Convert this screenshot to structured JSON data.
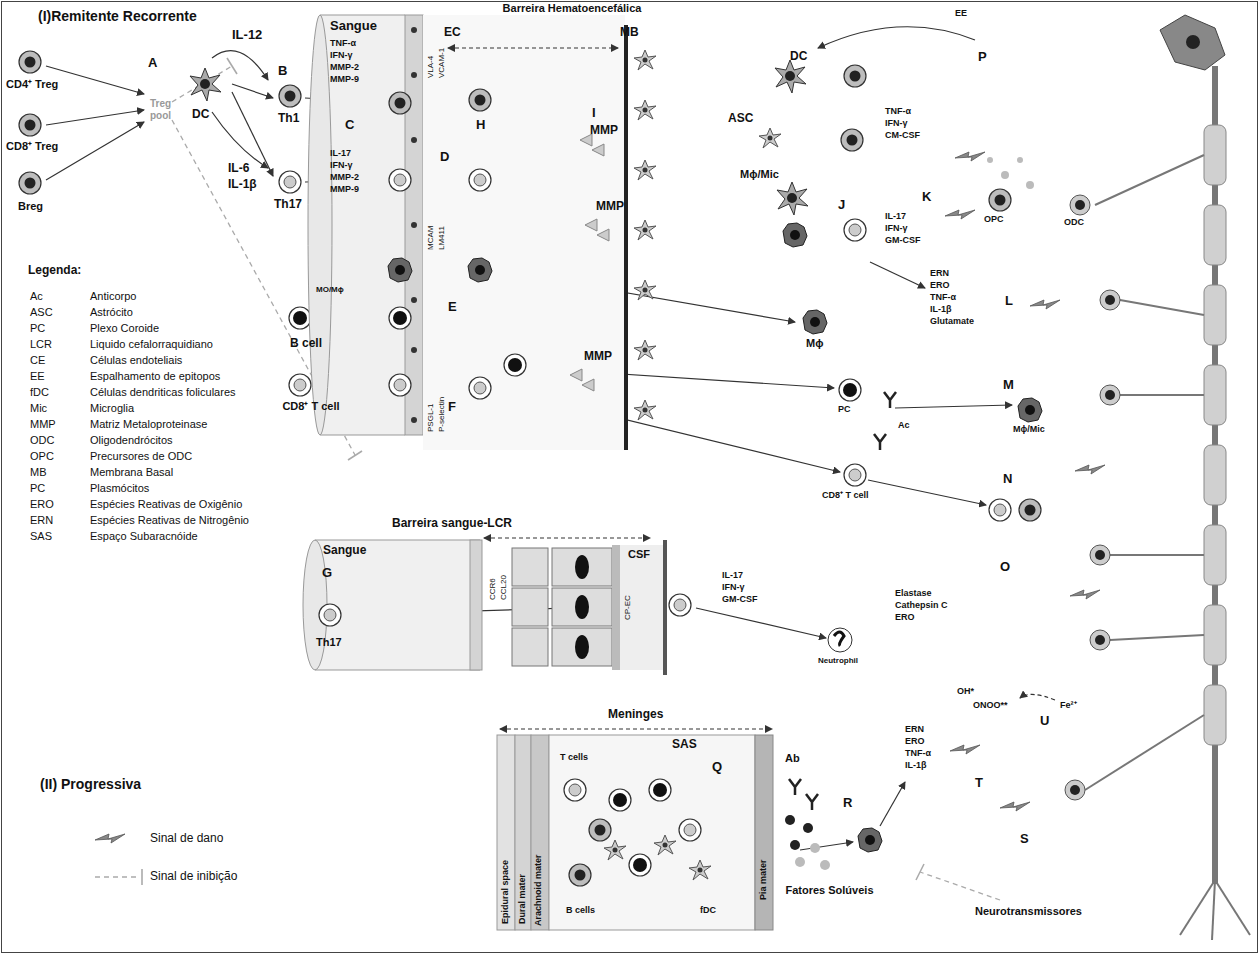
{
  "diagram": {
    "nodes": [
      {
        "text": [
          "Sangue"
        ]
      },
      {
        "text": [
          "Sangue"
        ]
      },
      {
        "text": [
          "Meninges"
        ]
      }
    ],
    "labels": [
      "(I)Remitente Recorrente",
      "IL-12",
      "A",
      "CD4⁺ Treg",
      "Treg pool",
      "DC",
      "B",
      "Th1",
      "CD8⁺ Treg",
      "IL-6",
      "IL-1β",
      "Breg",
      "Th17",
      "TNF-α",
      "IFN-γ",
      "MMP-2",
      "MMP-9",
      "C",
      "IL-17",
      "IFN-γ",
      "MMP-2",
      "MMP-9",
      "VLA-4",
      "VCAM-1",
      "EC",
      "Barreira Hematoencefálica",
      "MB",
      "H",
      "I",
      "MMP",
      "D",
      "MCAM",
      "LM411",
      "MMP",
      "MO/Mϕ",
      "E",
      "B cell",
      "F",
      "CD8⁺ T cell",
      "MMP",
      "PSGL-1",
      "P-selectin",
      "EE",
      "DC",
      "P",
      "TNF-α",
      "IFN-γ",
      "CM-CSF",
      "ASC",
      "Mϕ/Mic",
      "J",
      "K",
      "OPC",
      "IL-17",
      "IFN-γ",
      "GM-CSF",
      "ODC",
      "ERN",
      "ERO",
      "TNF-α",
      "IL-1β",
      "Glutamate",
      "L",
      "Mϕ",
      "PC",
      "Ac",
      "M",
      "Mϕ/Mic",
      "CD8⁺ T cell",
      "N",
      "Legenda:",
      "Ac",
      "Anticorpo",
      "ASC",
      "Astrócito",
      "PC",
      "Plexo Coroide",
      "LCR",
      "Liquido cefalorraquidiano",
      "CE",
      "Células endoteliais",
      "EE",
      "Espalhamento de epitopos",
      "fDC",
      "Células dendriticas foliculares",
      "Mic",
      "Microglia",
      "MMP",
      "Matriz Metaloproteinase",
      "ODC",
      "Oligodendrócitos",
      "OPC",
      "Precursores de ODC",
      "MB",
      "Membrana Basal",
      "PC",
      "Plasmócitos",
      "ERO",
      "Espécies Reativas de Oxigênio",
      "ERN",
      "Espécies Reativas de Nitrogênio",
      "SAS",
      "Espaço Subaracnóide",
      "(II) Progressiva",
      "Barreira sangue-LCR",
      "G",
      "Th17",
      "CCR6",
      "CCL20",
      "CP-EC",
      "CSF",
      "IL-17",
      "IFN-γ",
      "GM-CSF",
      "Elastase",
      "Cathepsin C",
      "ERO",
      "Neutrophil",
      "O",
      "Fe²⁺",
      "OH*",
      "ONOO**",
      "U",
      "ERN",
      "ERO",
      "TNF-α",
      "IL-1β",
      "T",
      "S",
      "SAS",
      "T cells",
      "Q",
      "Epidural space",
      "Dural mater",
      "Arachnoid mater",
      "B cells",
      "fDC",
      "Pia mater",
      "Ab",
      "R",
      "Fatores Solúveis",
      "Neurotransmissores"
    ],
    "legend": [
      {
        "text": "Sinal de dano"
      },
      {
        "text": "Sinal de inibição"
      }
    ]
  }
}
